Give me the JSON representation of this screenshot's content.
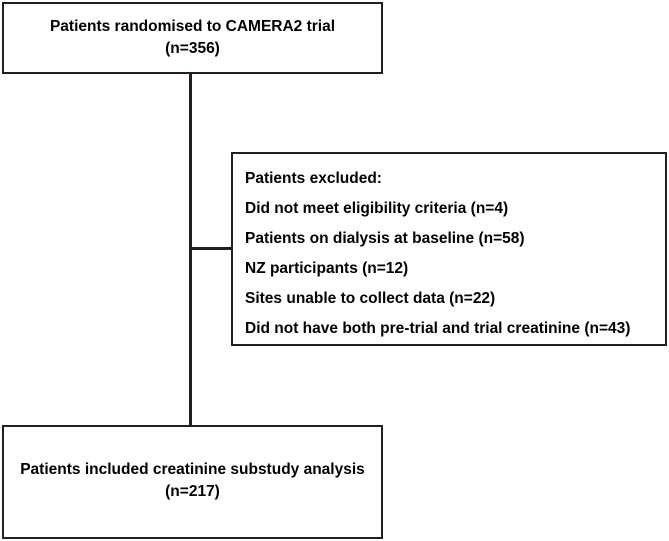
{
  "chart_data": {
    "type": "diagram",
    "title": "CONSORT-style participant flow diagram for CAMERA2 trial creatinine substudy",
    "nodes": [
      {
        "id": "randomised",
        "role": "enrollment",
        "lines": [
          "Patients randomised to CAMERA2 trial",
          "(n=356)"
        ],
        "n": 356,
        "align": "center"
      },
      {
        "id": "excluded",
        "role": "exclusion",
        "lines": [
          "Patients excluded:",
          "Did not meet eligibility criteria (n=4)",
          "Patients on dialysis at baseline (n=58)",
          "NZ participants (n=12)",
          "Sites unable to collect data (n=22)",
          "Did not have both pre-trial and trial creatinine (n=43)"
        ],
        "align": "left"
      },
      {
        "id": "included",
        "role": "analysis",
        "lines": [
          "Patients included creatinine substudy analysis",
          "(n=217)"
        ],
        "n": 217,
        "align": "center"
      }
    ],
    "exclusion_reasons": [
      {
        "reason": "Did not meet eligibility criteria",
        "n": 4
      },
      {
        "reason": "Patients on dialysis at baseline",
        "n": 58
      },
      {
        "reason": "NZ participants",
        "n": 12
      },
      {
        "reason": "Sites unable to collect data",
        "n": 22
      },
      {
        "reason": "Did not have both pre-trial and trial creatinine",
        "n": 43
      }
    ],
    "edges": [
      {
        "from": "randomised",
        "to": "excluded",
        "style": "elbow"
      },
      {
        "from": "randomised",
        "to": "included",
        "style": "straight"
      }
    ],
    "colors": {
      "stroke": "#231f20",
      "background": "#ffffff",
      "text": "#000000"
    }
  },
  "boxes": {
    "randomised": {
      "line1": "Patients randomised to CAMERA2 trial",
      "line2": "(n=356)"
    },
    "excluded": {
      "heading": "Patients excluded:",
      "item1": "Did not meet eligibility criteria (n=4)",
      "item2": "Patients on dialysis at baseline (n=58)",
      "item3": "NZ participants (n=12)",
      "item4": "Sites unable to collect data (n=22)",
      "item5": "Did not have both pre-trial and trial creatinine (n=43)"
    },
    "included": {
      "line1": "Patients included creatinine substudy analysis",
      "line2": "(n=217)"
    }
  }
}
